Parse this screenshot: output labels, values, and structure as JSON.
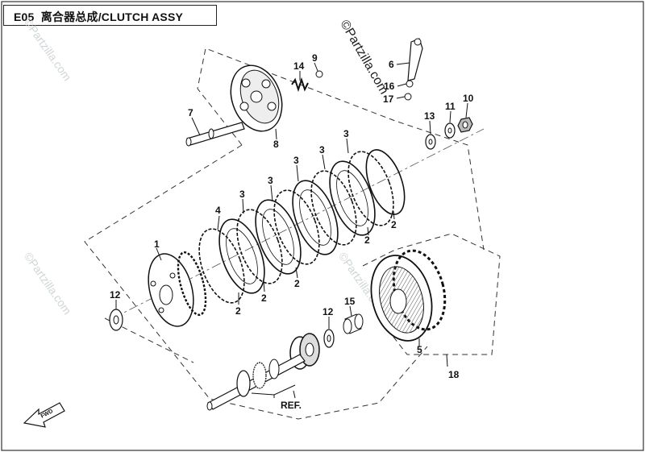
{
  "diagram": {
    "code": "E05",
    "title": "离合器总成/CLUTCH ASSY",
    "watermark": "©Partzilla.com",
    "fwd_label": "FWD",
    "ref_label": "REF.",
    "callouts": [
      {
        "id": "c1",
        "label": "1"
      },
      {
        "id": "c2a",
        "label": "2"
      },
      {
        "id": "c2b",
        "label": "2"
      },
      {
        "id": "c2c",
        "label": "2"
      },
      {
        "id": "c2d",
        "label": "2"
      },
      {
        "id": "c2e",
        "label": "2"
      },
      {
        "id": "c3a",
        "label": "3"
      },
      {
        "id": "c3b",
        "label": "3"
      },
      {
        "id": "c3c",
        "label": "3"
      },
      {
        "id": "c3d",
        "label": "3"
      },
      {
        "id": "c3e",
        "label": "3"
      },
      {
        "id": "c4",
        "label": "4"
      },
      {
        "id": "c5",
        "label": "5"
      },
      {
        "id": "c6",
        "label": "6"
      },
      {
        "id": "c7",
        "label": "7"
      },
      {
        "id": "c8",
        "label": "8"
      },
      {
        "id": "c9",
        "label": "9"
      },
      {
        "id": "c10",
        "label": "10"
      },
      {
        "id": "c11",
        "label": "11"
      },
      {
        "id": "c12a",
        "label": "12"
      },
      {
        "id": "c12b",
        "label": "12"
      },
      {
        "id": "c13",
        "label": "13"
      },
      {
        "id": "c14",
        "label": "14"
      },
      {
        "id": "c15",
        "label": "15"
      },
      {
        "id": "c16",
        "label": "16"
      },
      {
        "id": "c17",
        "label": "17"
      },
      {
        "id": "c18",
        "label": "18"
      }
    ]
  }
}
